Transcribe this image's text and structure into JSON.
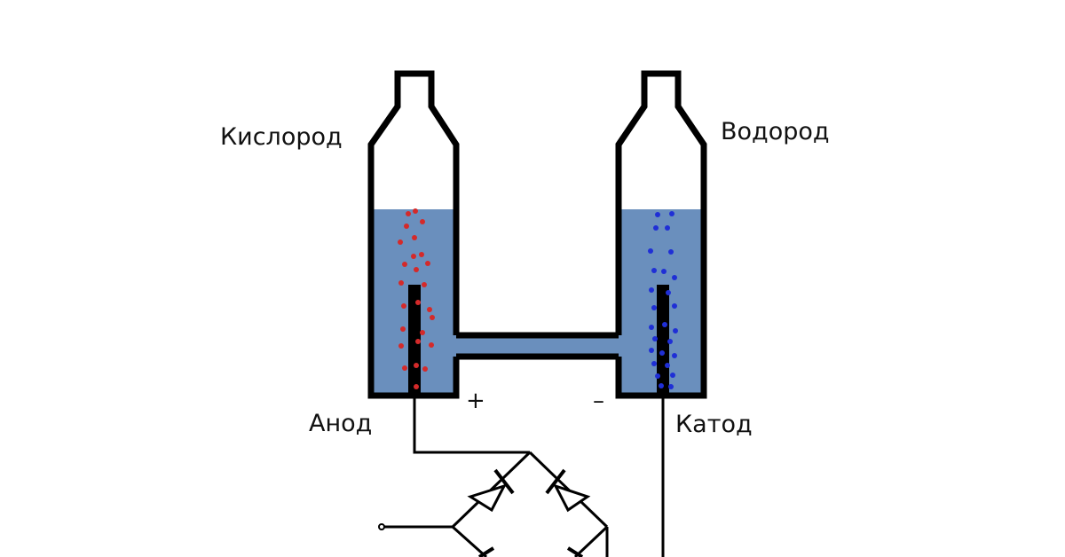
{
  "labels": {
    "oxygen": "Кислород",
    "hydrogen": "Водород",
    "anode": "Анод",
    "cathode": "Катод",
    "plus": "+",
    "minus": "–"
  },
  "colors": {
    "electrolyte": "#6a8fbd",
    "outline": "#000000",
    "oxygen_bubbles": "#d42a2a",
    "hydrogen_bubbles": "#1f2fd6",
    "electrode": "#000000"
  }
}
